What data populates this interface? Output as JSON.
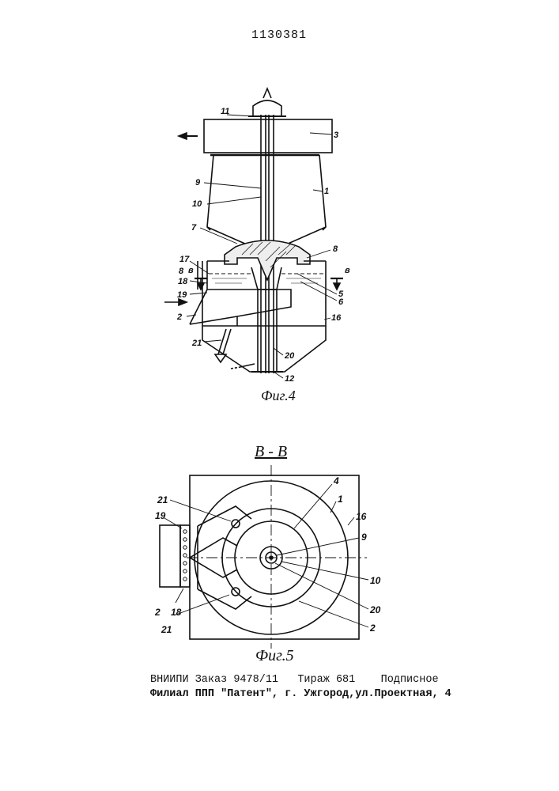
{
  "document": {
    "number": "1130381",
    "fig4_caption": "Фиг.4",
    "fig5_caption": "Фиг.5",
    "section_label": "В - В"
  },
  "fig4_labels": {
    "l11": "11",
    "l3": "3",
    "l9": "9",
    "l1": "1",
    "l10": "10",
    "l7": "7",
    "l8r": "8",
    "l17": "17",
    "l8l": "8",
    "l18": "18",
    "l19": "19",
    "l5": "5",
    "l6": "6",
    "l2": "2",
    "l16": "16",
    "l21": "21",
    "l20": "20",
    "l12": "12",
    "lB_left": "в",
    "lB_right": "в"
  },
  "fig5_labels": {
    "l21a": "21",
    "l19": "19",
    "l4": "4",
    "l1": "1",
    "l16": "16",
    "l9": "9",
    "l10": "10",
    "l20": "20",
    "l2r": "2",
    "l2l": "2",
    "l18": "18",
    "l21b": "21"
  },
  "footer": {
    "line1": "ВНИИПИ Заказ 9478/11   Тираж 681    Подписное",
    "line2": "Филиал ППП \"Патент\", г. Ужгород,ул.Проектная, 4"
  }
}
